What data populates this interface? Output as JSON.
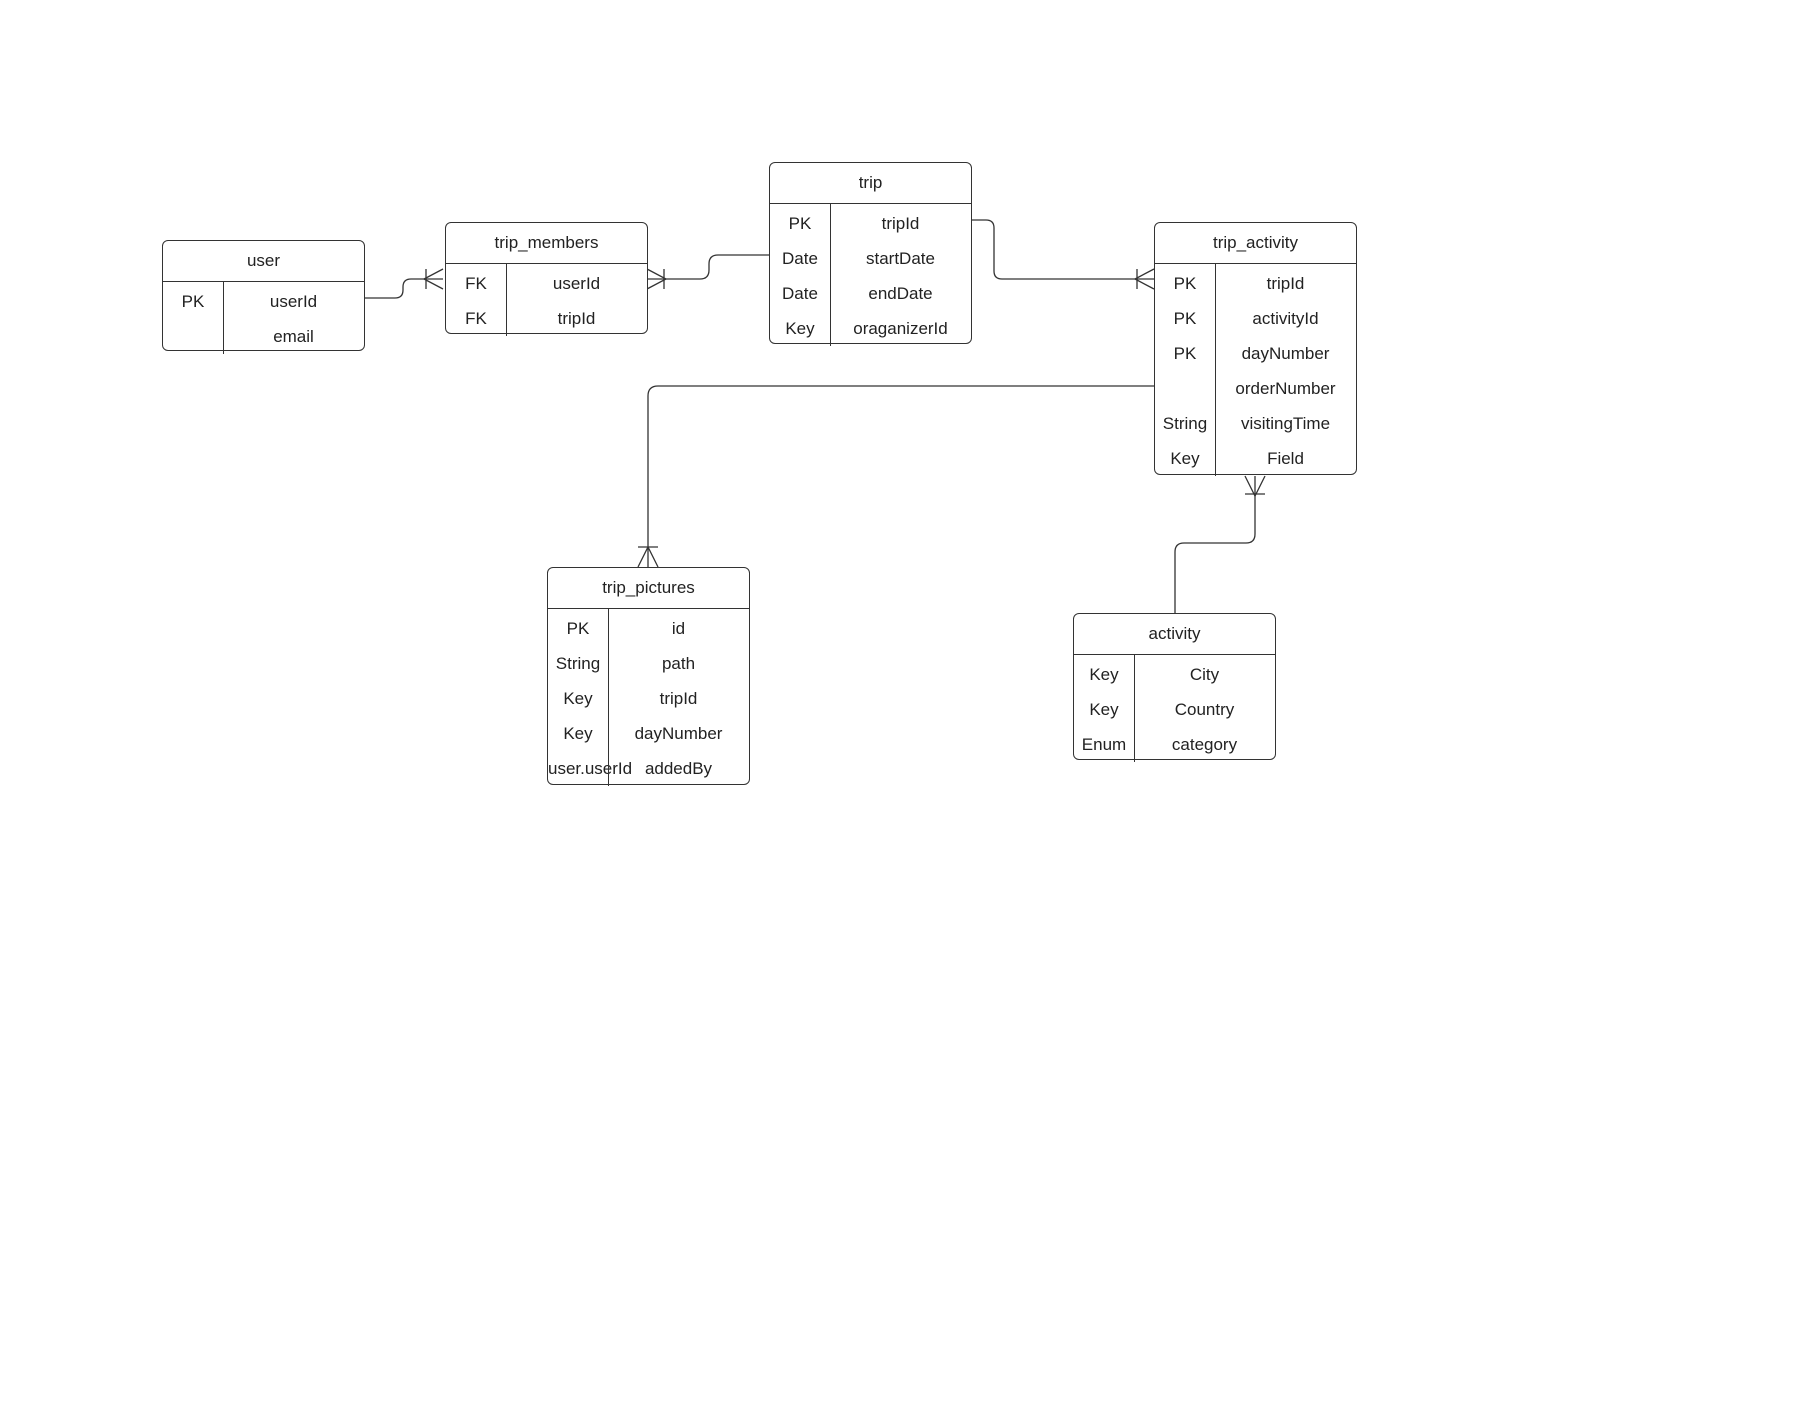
{
  "entities": {
    "user": {
      "title": "user",
      "rows": [
        [
          "PK",
          "userId"
        ],
        [
          "",
          "email"
        ]
      ]
    },
    "trip_members": {
      "title": "trip_members",
      "rows": [
        [
          "FK",
          "userId"
        ],
        [
          "FK",
          "tripId"
        ]
      ]
    },
    "trip": {
      "title": "trip",
      "rows": [
        [
          "PK",
          "tripId"
        ],
        [
          "Date",
          "startDate"
        ],
        [
          "Date",
          "endDate"
        ],
        [
          "Key",
          "oraganizerId"
        ]
      ]
    },
    "trip_activity": {
      "title": "trip_activity",
      "rows": [
        [
          "PK",
          "tripId"
        ],
        [
          "PK",
          "activityId"
        ],
        [
          "PK",
          "dayNumber"
        ],
        [
          "",
          "orderNumber"
        ],
        [
          "String",
          "visitingTime"
        ],
        [
          "Key",
          "Field"
        ]
      ]
    },
    "trip_pictures": {
      "title": "trip_pictures",
      "rows": [
        [
          "PK",
          "id"
        ],
        [
          "String",
          "path"
        ],
        [
          "Key",
          "tripId"
        ],
        [
          "Key",
          "dayNumber"
        ],
        [
          "user.userId",
          "addedBy"
        ]
      ]
    },
    "activity": {
      "title": "activity",
      "rows": [
        [
          "Key",
          "City"
        ],
        [
          "Key",
          "Country"
        ],
        [
          "Enum",
          "category"
        ]
      ]
    }
  },
  "relationships": [
    {
      "from": "user",
      "to": "trip_members",
      "from_end": "one",
      "to_end": "one-or-many"
    },
    {
      "from": "trip_members",
      "to": "trip",
      "from_end": "one-or-many",
      "to_end": "one"
    },
    {
      "from": "trip",
      "to": "trip_activity",
      "from_end": "one",
      "to_end": "one-or-many"
    },
    {
      "from": "trip_activity",
      "to": "trip_pictures",
      "from_end": "one",
      "to_end": "one-or-many"
    },
    {
      "from": "activity",
      "to": "trip_activity",
      "from_end": "one",
      "to_end": "one-or-many"
    }
  ],
  "colors": {
    "line": "#333333",
    "text": "#222222",
    "background": "#ffffff"
  }
}
